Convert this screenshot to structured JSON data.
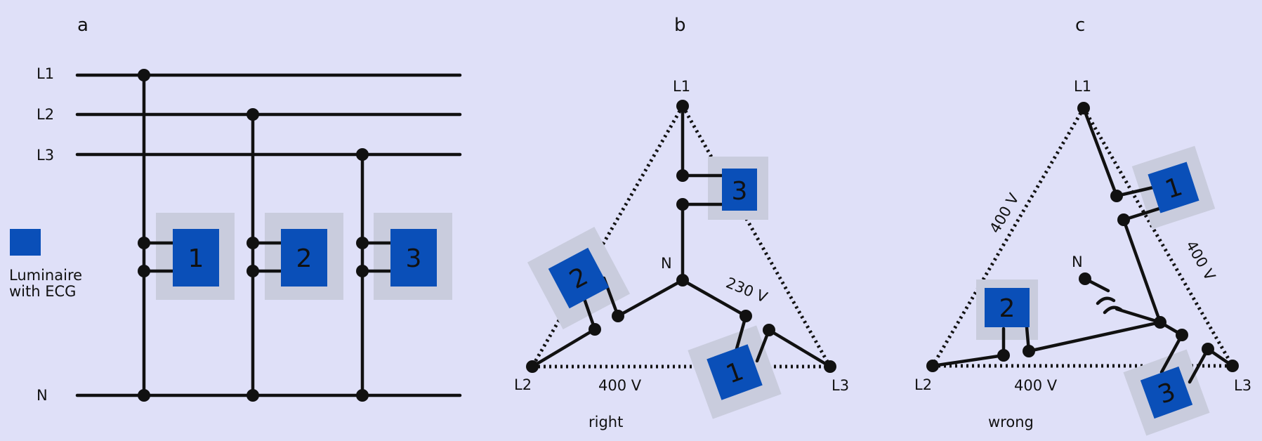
{
  "panels": {
    "a": "a",
    "b": "b",
    "c": "c"
  },
  "panel_a": {
    "bus_labels": {
      "l1": "L1",
      "l2": "L2",
      "l3": "L3",
      "n": "N"
    },
    "luminaires": [
      "1",
      "2",
      "3"
    ],
    "legend_line1": "Luminaire",
    "legend_line2": "with ECG"
  },
  "panel_b": {
    "vertex_l1": "L1",
    "vertex_l2": "L2",
    "vertex_l3": "L3",
    "neutral": "N",
    "luminaires": [
      "3",
      "2",
      "1"
    ],
    "voltage_phase": "230 V",
    "voltage_line": "400 V",
    "caption": "right"
  },
  "panel_c": {
    "vertex_l1": "L1",
    "vertex_l2": "L2",
    "vertex_l3": "L3",
    "neutral": "N",
    "luminaires": [
      "1",
      "2",
      "3"
    ],
    "voltage_left": "400 V",
    "voltage_right": "400 V",
    "voltage_bottom": "400 V",
    "caption": "wrong"
  },
  "colors": {
    "background": "#dfe0f8",
    "luminaire": "#0a4fb8",
    "halo": "#c9ccdd",
    "wire": "#111111"
  }
}
